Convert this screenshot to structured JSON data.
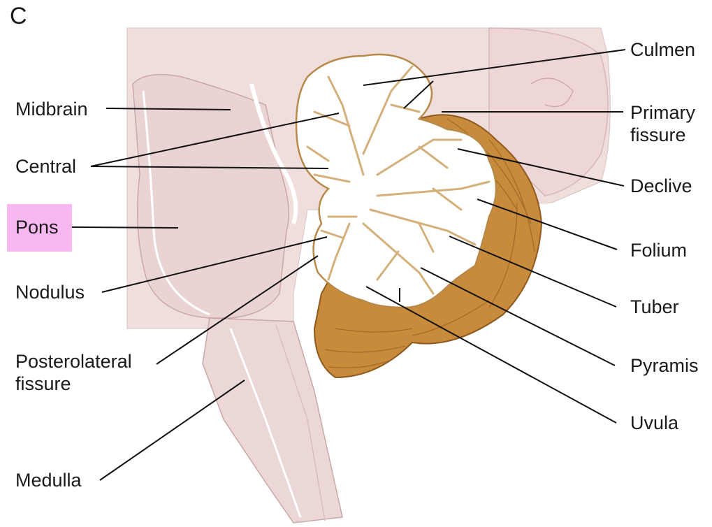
{
  "panel_letter": "C",
  "highlight_color": "#f7b8f2",
  "labels": {
    "midbrain": "Midbrain",
    "central": "Central",
    "pons": "Pons",
    "nodulus": "Nodulus",
    "posterolateral_1": "Posterolateral",
    "posterolateral_2": "fissure",
    "medulla": "Medulla",
    "culmen": "Culmen",
    "primary_1": "Primary",
    "primary_2": "fissure",
    "declive": "Declive",
    "folium": "Folium",
    "tuber": "Tuber",
    "pyramis": "Pyramis",
    "uvula": "Uvula"
  }
}
